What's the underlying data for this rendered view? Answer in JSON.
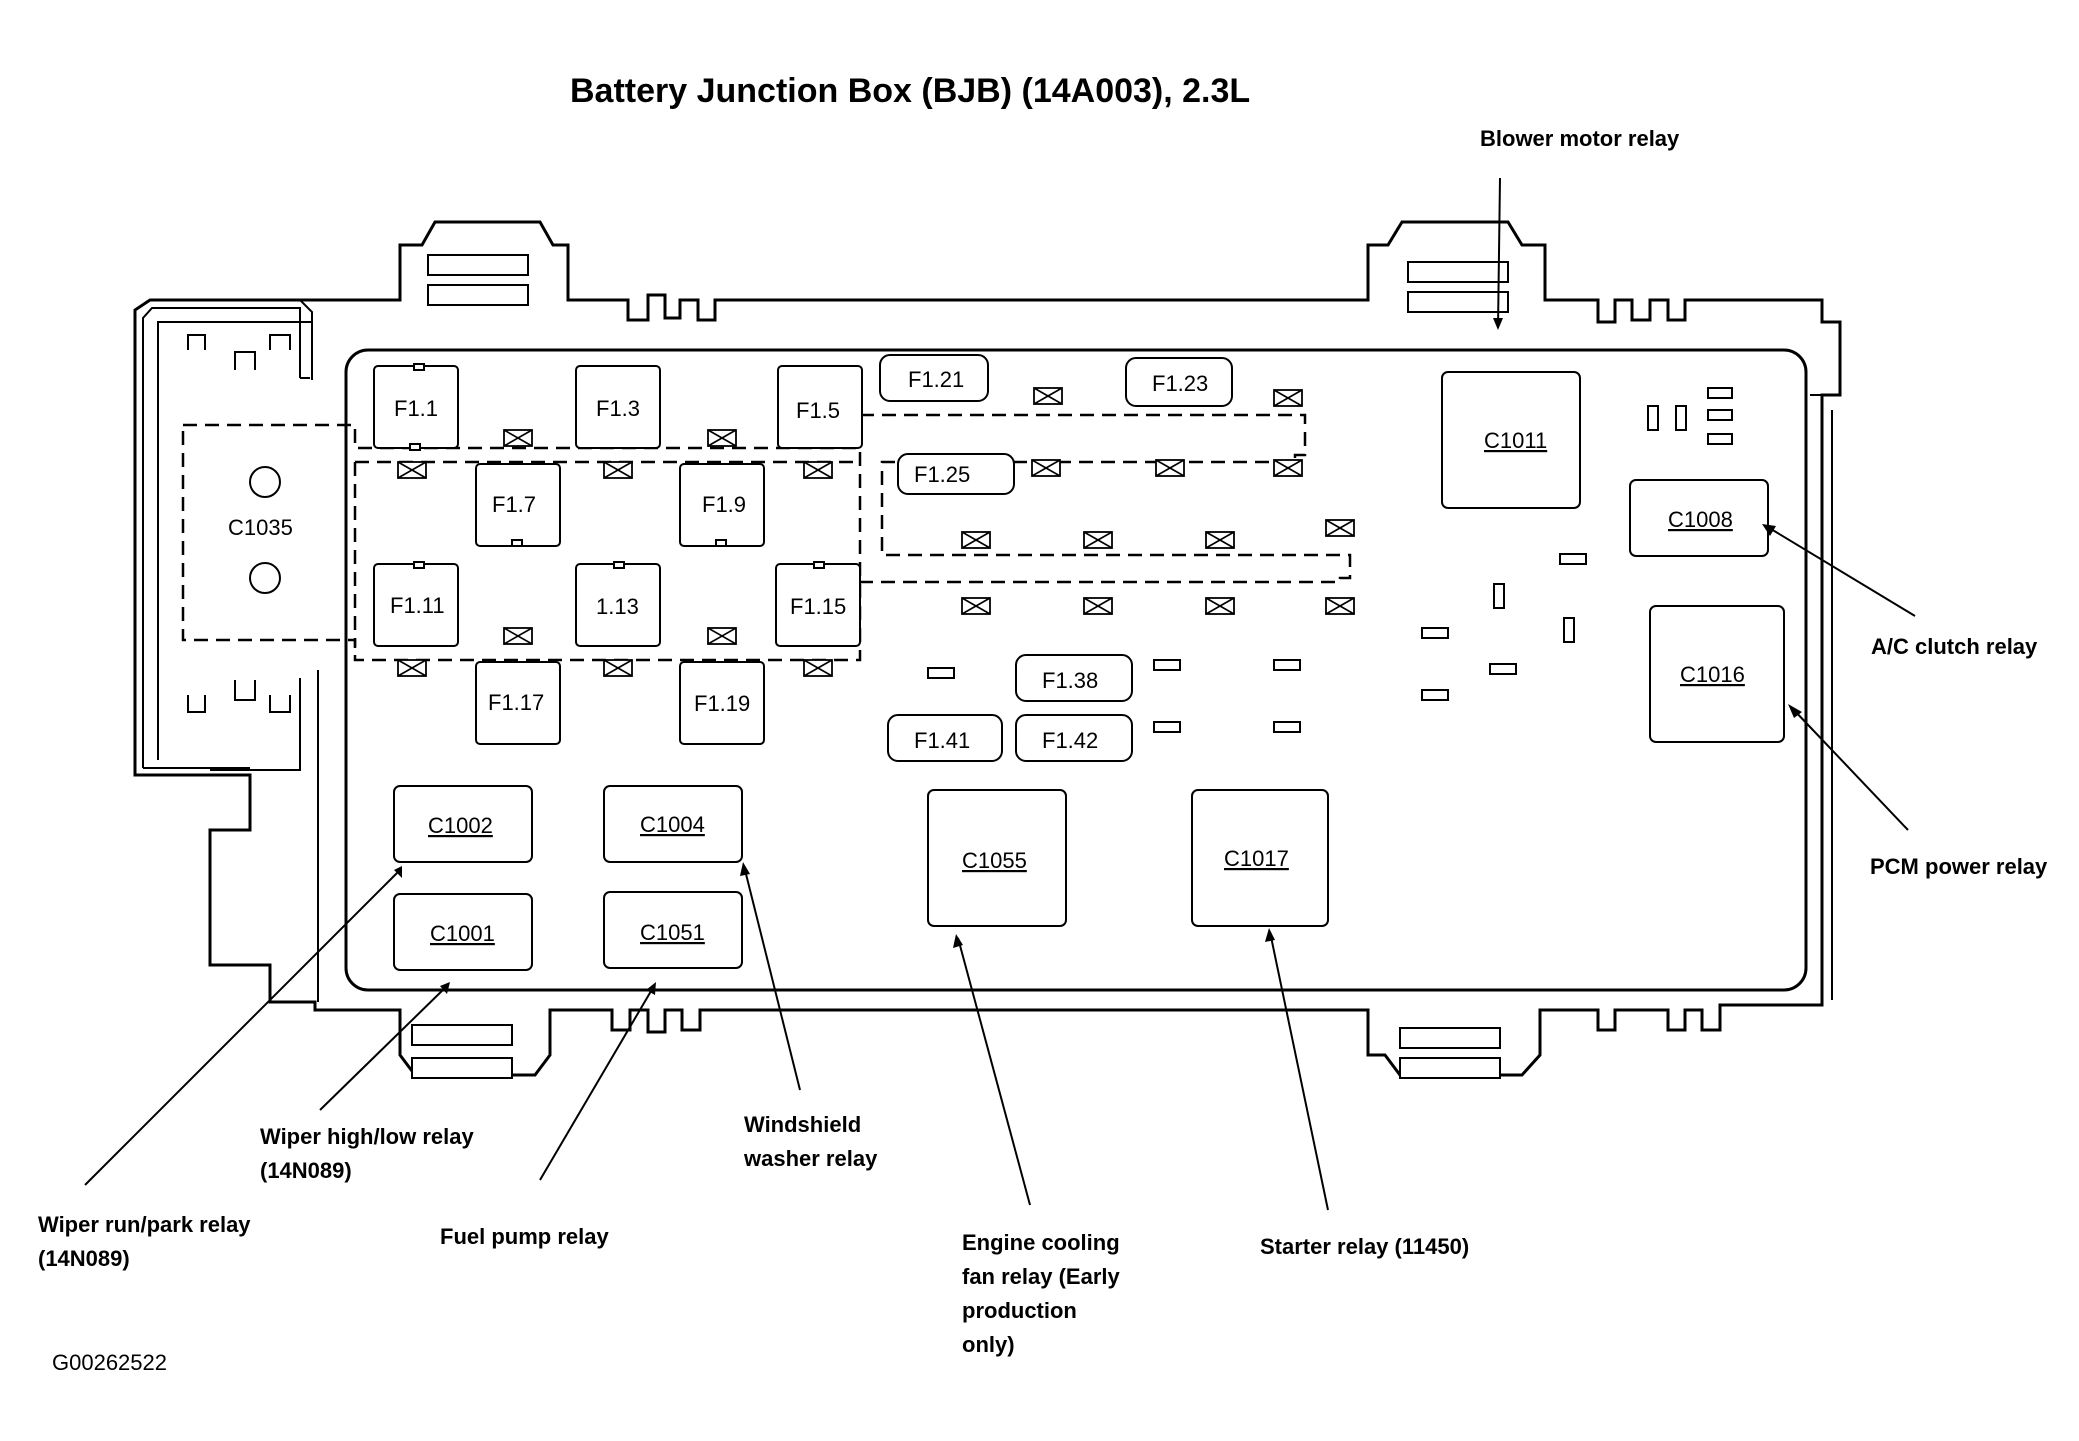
{
  "title": "Battery Junction Box (BJB) (14A003), 2.3L",
  "figure_id": "G00262522",
  "fuses": [
    "F1.1",
    "F1.3",
    "F1.5",
    "F1.7",
    "F1.9",
    "F1.11",
    "1.13",
    "F1.15",
    "F1.17",
    "F1.19",
    "F1.21",
    "F1.23",
    "F1.25",
    "F1.38",
    "F1.41",
    "F1.42"
  ],
  "connectors": [
    "C1035",
    "C1011",
    "C1008",
    "C1016",
    "C1002",
    "C1004",
    "C1001",
    "C1051",
    "C1055",
    "C1017"
  ],
  "callouts": {
    "blower": "Blower motor relay",
    "ac_clutch": "A/C clutch relay",
    "pcm_power": "PCM power relay",
    "wiper_hilo_1": "Wiper high/low relay",
    "wiper_hilo_2": "(14N089)",
    "wiper_run_1": "Wiper run/park relay",
    "wiper_run_2": "(14N089)",
    "fuel_pump": "Fuel pump relay",
    "washer_1": "Windshield",
    "washer_2": "washer relay",
    "fan_1": "Engine cooling",
    "fan_2": "fan relay (Early",
    "fan_3": "production",
    "fan_4": "only)",
    "starter": "Starter relay (11450)"
  }
}
